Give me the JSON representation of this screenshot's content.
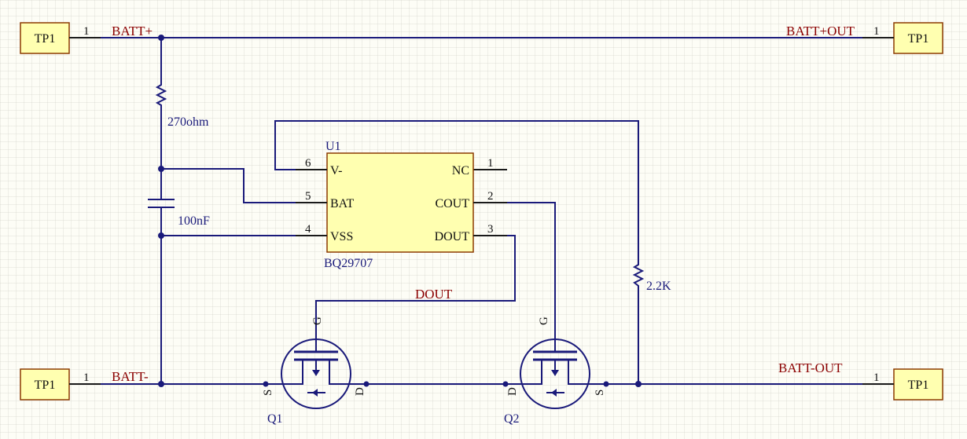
{
  "test_points": {
    "batt_plus": {
      "label": "TP1",
      "pin": "1"
    },
    "batt_plus_out": {
      "label": "TP1",
      "pin": "1"
    },
    "batt_minus": {
      "label": "TP1",
      "pin": "1"
    },
    "batt_minus_out": {
      "label": "TP1",
      "pin": "1"
    }
  },
  "nets": {
    "batt_plus": "BATT+",
    "batt_plus_out": "BATT+OUT",
    "batt_minus": "BATT-",
    "batt_minus_out": "BATT-OUT",
    "dout": "DOUT"
  },
  "resistor_top": {
    "value": "270ohm"
  },
  "capacitor": {
    "value": "100nF"
  },
  "resistor_right": {
    "value": "2.2K"
  },
  "ic": {
    "designator": "U1",
    "part": "BQ29707",
    "pins": [
      {
        "num": "6",
        "name": "V-"
      },
      {
        "num": "5",
        "name": "BAT"
      },
      {
        "num": "4",
        "name": "VSS"
      },
      {
        "num": "1",
        "name": "NC"
      },
      {
        "num": "2",
        "name": "COUT"
      },
      {
        "num": "3",
        "name": "DOUT"
      }
    ]
  },
  "q1": {
    "designator": "Q1",
    "gate": "G",
    "source": "S",
    "drain": "D"
  },
  "q2": {
    "designator": "Q2",
    "gate": "G",
    "source": "S",
    "drain": "D"
  },
  "colors": {
    "wire": "#1a1a7a",
    "net_label": "#8b0000",
    "tp_fill": "#ffffb0",
    "ic_fill": "#ffffb0"
  }
}
